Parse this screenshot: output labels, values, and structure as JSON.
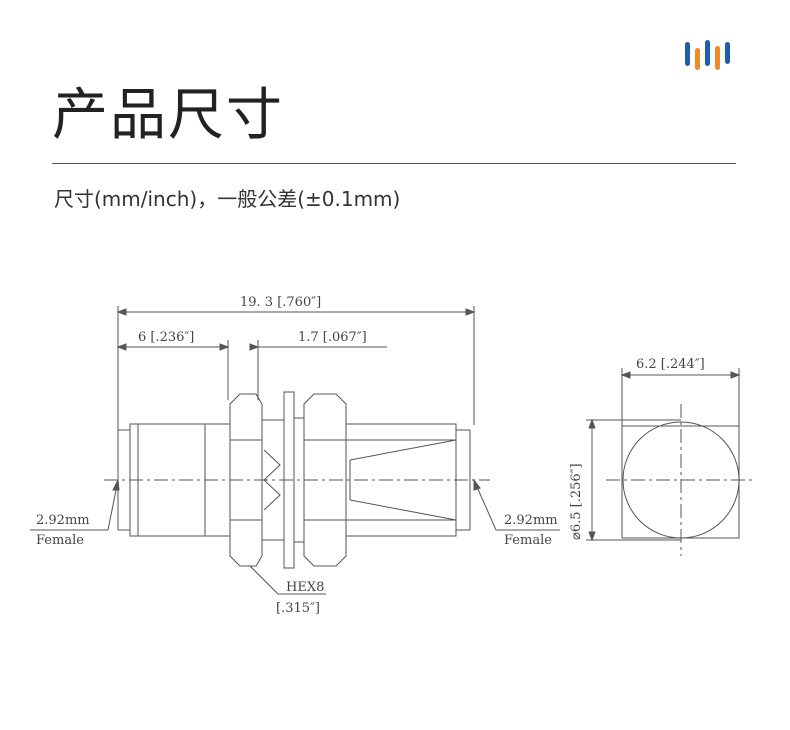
{
  "header": {
    "title": "产品尺寸",
    "subtitle": "尺寸(mm/inch)，一般公差(±0.1mm)"
  },
  "brand": {
    "logo_icon": "bar-signal-logo-icon",
    "colors": {
      "blue": "#1f5fa8",
      "orange": "#f08a24"
    }
  },
  "drawing": {
    "dim_overall": "19. 3 [.760″]",
    "dim_left_body": "6 [.236″]",
    "dim_gap": "1.7 [.067″]",
    "dim_width": "6.2 [.244″]",
    "dim_diameter": "⌀6.5 [.256″]",
    "left_port_size": "2.92mm",
    "left_port_type": "Female",
    "right_port_size": "2.92mm",
    "right_port_type": "Female",
    "hex_label": "HEX8",
    "hex_inch": "[.315″]"
  }
}
